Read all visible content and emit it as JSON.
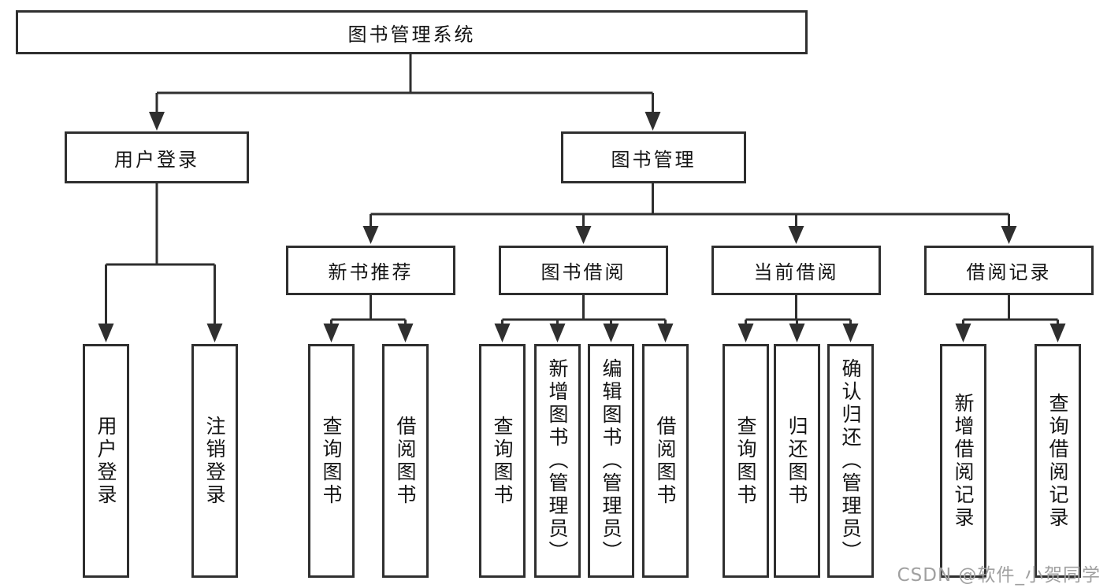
{
  "page": {
    "background": "#ffffff"
  },
  "colors": {
    "line": "#2f2f2f",
    "box_border": "#2f2f2f",
    "box_fill": "#ffffff",
    "text": "#141414",
    "watermark": "#a0a0a0"
  },
  "watermark": {
    "text": "CSDN @软件_小贺同学"
  },
  "nodes": {
    "root": {
      "label": "图书管理系统"
    },
    "user_login": {
      "label": "用户登录"
    },
    "book_management": {
      "label": "图书管理"
    },
    "new_book_recommend": {
      "label": "新书推荐"
    },
    "book_borrowing": {
      "label": "图书借阅"
    },
    "current_borrowing": {
      "label": "当前借阅"
    },
    "borrow_records": {
      "label": "借阅记录"
    },
    "leaf_user_login": {
      "label": "用户登录"
    },
    "leaf_logout": {
      "label": "注销登录"
    },
    "leaf_query_books_newrec": {
      "label": "查询图书"
    },
    "leaf_borrow_books_newrec": {
      "label": "借阅图书"
    },
    "leaf_query_books_borrow": {
      "label": "查询图书"
    },
    "leaf_add_book_admin": {
      "label": "新增图书（管理员）"
    },
    "leaf_edit_book_admin": {
      "label": "编辑图书（管理员）"
    },
    "leaf_borrow_books_borrow": {
      "label": "借阅图书"
    },
    "leaf_query_books_current": {
      "label": "查询图书"
    },
    "leaf_return_book": {
      "label": "归还图书"
    },
    "leaf_confirm_return_admin": {
      "label": "确认归还（管理员）"
    },
    "leaf_add_borrow_record": {
      "label": "新增借阅记录"
    },
    "leaf_query_borrow_record": {
      "label": "查询借阅记录"
    }
  },
  "hierarchy": {
    "图书管理系统": [
      "用户登录",
      "图书管理"
    ],
    "用户登录": [
      "用户登录",
      "注销登录"
    ],
    "图书管理": [
      "新书推荐",
      "图书借阅",
      "当前借阅",
      "借阅记录"
    ],
    "新书推荐": [
      "查询图书",
      "借阅图书"
    ],
    "图书借阅": [
      "查询图书",
      "新增图书（管理员）",
      "编辑图书（管理员）",
      "借阅图书"
    ],
    "当前借阅": [
      "查询图书",
      "归还图书",
      "确认归还（管理员）"
    ],
    "借阅记录": [
      "新增借阅记录",
      "查询借阅记录"
    ]
  }
}
